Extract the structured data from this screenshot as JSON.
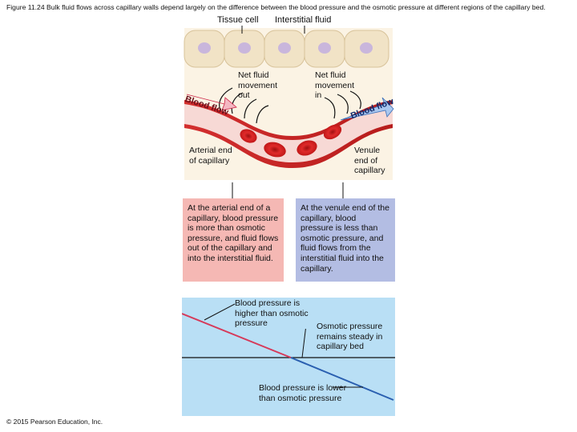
{
  "caption": "Figure 11.24 Bulk fluid flows across capillary walls depend largely on the difference between the blood pressure and the osmotic pressure at different regions of the capillary bed.",
  "labels": {
    "tissue_cell": "Tissue cell",
    "interstitial_fluid": "Interstitial fluid",
    "net_out": "Net fluid movement out",
    "net_in": "Net fluid movement in",
    "blood_flow_left": "Blood flow",
    "blood_flow_right": "Blood flow",
    "arterial_end": "Arterial end of capillary",
    "venule_end": "Venule end of capillary"
  },
  "boxes": {
    "arterial": "At the arterial end of a capillary, blood pressure is more than osmotic pressure, and fluid flows out of the capillary and into the interstitial fluid.",
    "venule": "At the venule end of the capillary, blood pressure is less than osmotic pressure, and fluid flows from the interstitial fluid into the capillary."
  },
  "graph": {
    "bp_higher": "Blood pressure is higher than osmotic pressure",
    "osmotic_steady": "Osmotic pressure remains steady in capillary bed",
    "bp_lower": "Blood pressure is lower than osmotic pressure"
  },
  "colors": {
    "arterial_box": "#f5b8b4",
    "venule_box": "#b3bde3",
    "graph_bg": "#b9dff5",
    "bp_line_start": "#d63a5a",
    "bp_line_end": "#2a5fb0",
    "capillary": "#c62828",
    "tissue": "#f3e6cc"
  },
  "copyright": "© 2015 Pearson Education, Inc."
}
